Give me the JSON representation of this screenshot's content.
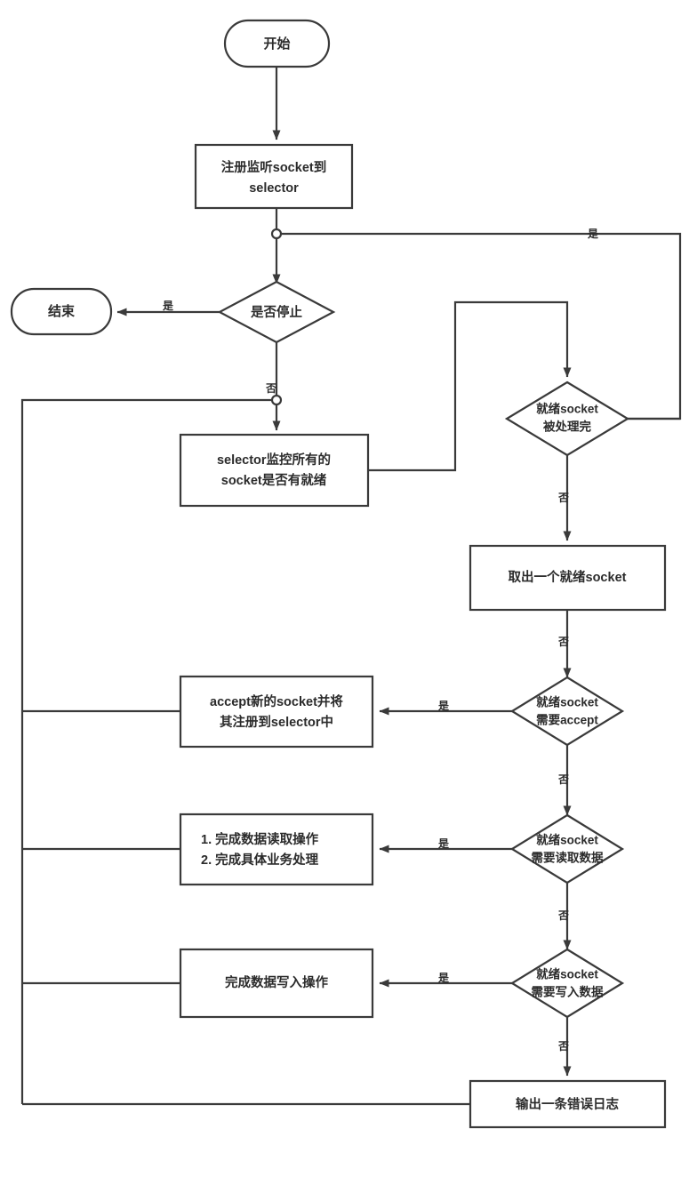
{
  "diagram": {
    "title": "NIO Selector Event Loop Flowchart",
    "language": "zh-CN",
    "stroke_color": "#3a3a3a",
    "text_color": "#2b2b2b",
    "background_color": "#ffffff"
  },
  "nodes": {
    "start": {
      "label": "开始",
      "type": "terminal"
    },
    "end": {
      "label": "结束",
      "type": "terminal"
    },
    "register": {
      "line1": "注册监听socket到",
      "line2": "selector",
      "type": "process"
    },
    "check_stop": {
      "label": "是否停止",
      "type": "decision"
    },
    "selector_monitor": {
      "line1": "selector监控所有的",
      "line2": "socket是否有就绪",
      "type": "process"
    },
    "all_processed": {
      "line1": "就绪socket",
      "line2": "被处理完",
      "type": "decision"
    },
    "take_one": {
      "label": "取出一个就绪socket",
      "type": "process"
    },
    "need_accept": {
      "line1": "就绪socket",
      "line2": "需要accept",
      "type": "decision"
    },
    "do_accept": {
      "line1": "accept新的socket并将",
      "line2": "其注册到selector中",
      "type": "process"
    },
    "need_read": {
      "line1": "就绪socket",
      "line2": "需要读取数据",
      "type": "decision"
    },
    "do_read": {
      "line1": "1. 完成数据读取操作",
      "line2": "2. 完成具体业务处理",
      "type": "process"
    },
    "need_write": {
      "line1": "就绪socket",
      "line2": "需要写入数据",
      "type": "decision"
    },
    "do_write": {
      "label": "完成数据写入操作",
      "type": "process"
    },
    "error_log": {
      "label": "输出一条错误日志",
      "type": "process"
    }
  },
  "edge_labels": {
    "stop_yes": "是",
    "stop_no": "否",
    "loop_back_yes": "是",
    "all_processed_no": "否",
    "take_one_no": "否",
    "accept_yes": "是",
    "accept_no": "否",
    "read_yes": "是",
    "read_no": "否",
    "write_yes": "是",
    "write_no": "否"
  }
}
